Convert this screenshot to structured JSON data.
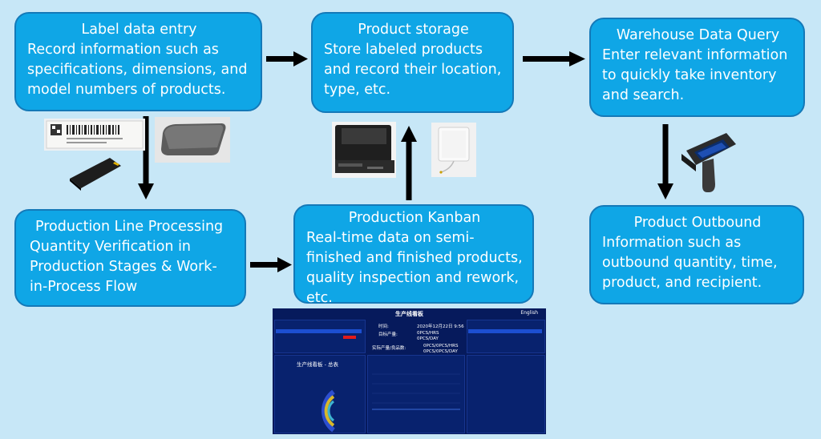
{
  "boxes": {
    "label_entry": {
      "title": "Label data entry",
      "desc": "Record information such as specifications, dimensions, and model numbers of products."
    },
    "product_storage": {
      "title": "Product storage",
      "desc": "Store labeled products and record their location, type, etc."
    },
    "warehouse_query": {
      "title": "Warehouse Data Query",
      "desc": "Enter relevant information to quickly take inventory and search."
    },
    "production_line": {
      "title": "Production Line Processing",
      "desc": "Quantity Verification in Production Stages & Work-in-Process Flow"
    },
    "production_kanban": {
      "title": "Production Kanban",
      "desc": "Real-time data on semi-finished and finished products, quality inspection and rework, etc."
    },
    "product_outbound": {
      "title": "Product Outbound",
      "desc": "Information such as outbound quantity, time, product, and recipient."
    }
  },
  "dashboard": {
    "title": "生产线看板",
    "language": "English",
    "time_label": "时间:",
    "time_value": "2020年12月22日 9:56",
    "target_label": "目标产量:",
    "target_hrs": "0PCS/HRS",
    "target_day": "0PCS/DAY",
    "actual_label": "实际产量/良品数:",
    "actual_hrs": "0PCS/0PCS/HRS",
    "actual_day": "0PCS/0PCS/DAY",
    "left_panel_title": "生产线看板 - 总表"
  },
  "colors": {
    "background": "#c7e7f7",
    "box_fill": "#0fa6e6",
    "box_border": "#1479b8",
    "arrow": "#000000",
    "dashboard_bg": "#061a5c"
  }
}
